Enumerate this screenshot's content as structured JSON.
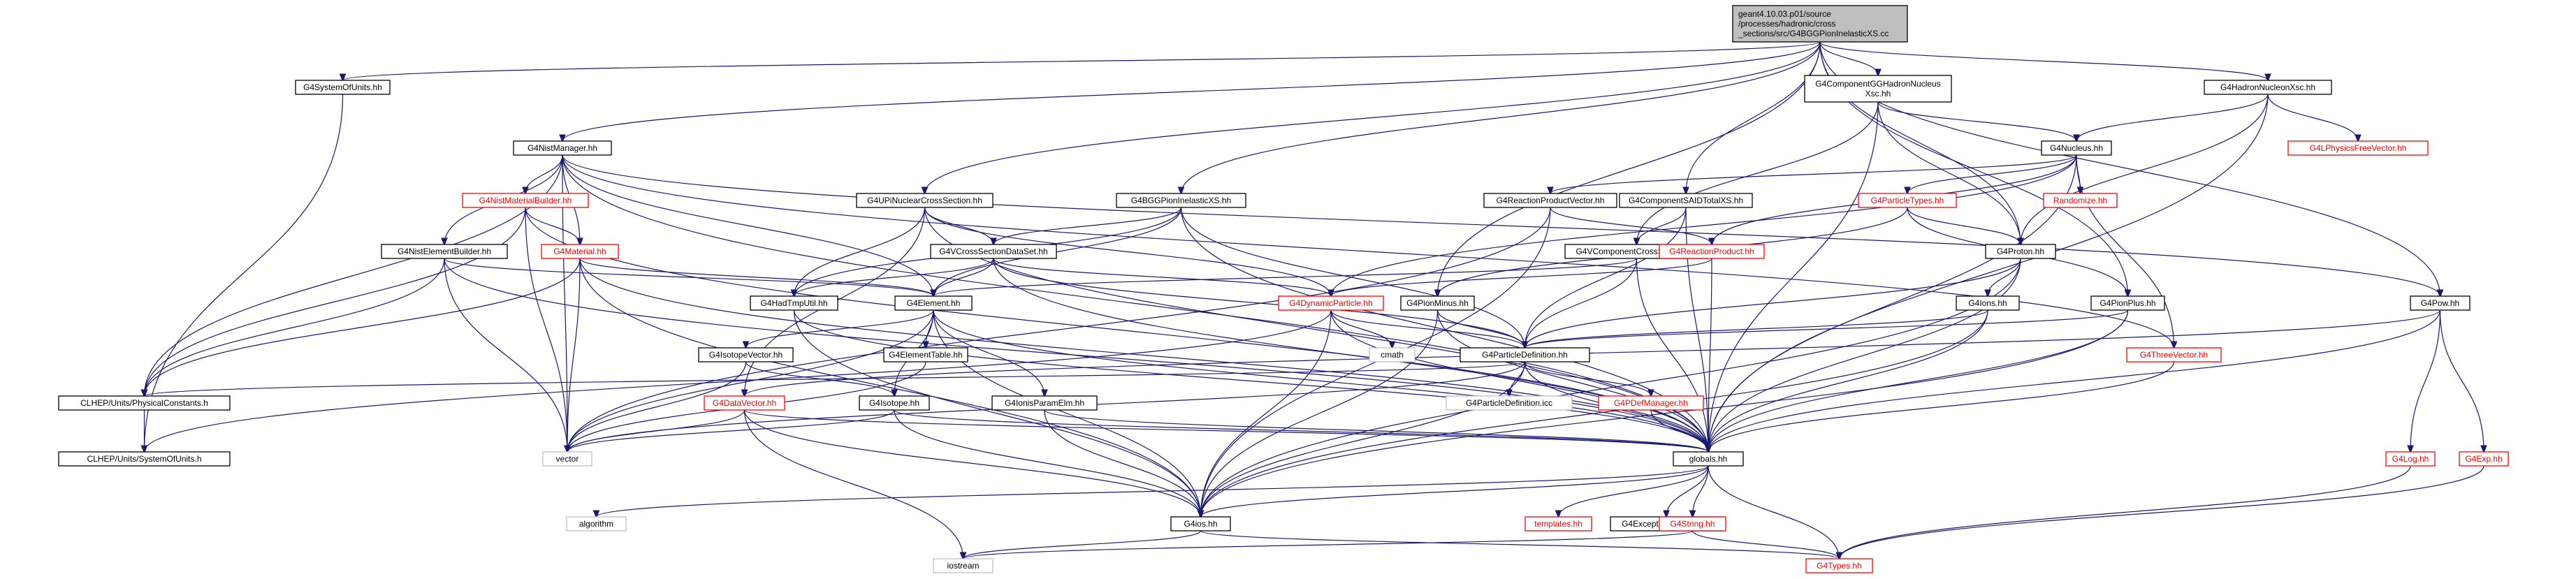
{
  "colors": {
    "edge": "#191970",
    "root_fill": "#bfbfbf",
    "red_text": "#ff0000",
    "node_border": "#000000",
    "external_border": "#bfbfbf"
  },
  "nodes": [
    {
      "id": "root",
      "label": [
        "geant4.10.03.p01/source",
        "/processes/hadronic/cross",
        "_sections/src/G4BGGPionInelasticXS.cc"
      ],
      "kind": "root"
    },
    {
      "id": "G4SystemOfUnits",
      "label": [
        "G4SystemOfUnits.hh"
      ],
      "kind": "black"
    },
    {
      "id": "G4NistManager",
      "label": [
        "G4NistManager.hh"
      ],
      "kind": "black"
    },
    {
      "id": "G4UPiNuclear",
      "label": [
        "G4UPiNuclearCrossSection.hh"
      ],
      "kind": "black"
    },
    {
      "id": "G4BGGPionInel",
      "label": [
        "G4BGGPionInelasticXS.hh"
      ],
      "kind": "black"
    },
    {
      "id": "G4CompGG",
      "label": [
        "G4ComponentGGHadronNucleus",
        "Xsc.hh"
      ],
      "kind": "black"
    },
    {
      "id": "G4CompSAID",
      "label": [
        "G4ComponentSAIDTotalXS.hh"
      ],
      "kind": "black"
    },
    {
      "id": "G4HadronNucleonXsc",
      "label": [
        "G4HadronNucleonXsc.hh"
      ],
      "kind": "black"
    },
    {
      "id": "G4Nucleus",
      "label": [
        "G4Nucleus.hh"
      ],
      "kind": "black"
    },
    {
      "id": "G4PhysicsFreeVector",
      "label": [
        "G4LPhysicsFreeVector.hh"
      ],
      "kind": "red"
    },
    {
      "id": "G4NistMaterialBuilder",
      "label": [
        "G4NistMaterialBuilder.hh"
      ],
      "kind": "red"
    },
    {
      "id": "G4NistElementBuilder",
      "label": [
        "G4NistElementBuilder.hh"
      ],
      "kind": "black"
    },
    {
      "id": "G4Material",
      "label": [
        "G4Material.hh"
      ],
      "kind": "red"
    },
    {
      "id": "G4VCrossSectionDataSet",
      "label": [
        "G4VCrossSectionDataSet.hh"
      ],
      "kind": "black"
    },
    {
      "id": "G4HadTmpUtil",
      "label": [
        "G4HadTmpUtil.hh"
      ],
      "kind": "black"
    },
    {
      "id": "G4Element",
      "label": [
        "G4Element.hh"
      ],
      "kind": "black"
    },
    {
      "id": "G4ReactionProductVector",
      "label": [
        "G4ReactionProductVector.hh"
      ],
      "kind": "black"
    },
    {
      "id": "G4VComponentCrossSection",
      "label": [
        "G4VComponentCrossSection.hh"
      ],
      "kind": "black"
    },
    {
      "id": "G4ReactionProduct",
      "label": [
        "G4ReactionProduct.hh"
      ],
      "kind": "red"
    },
    {
      "id": "G4ParticleTypes",
      "label": [
        "G4ParticleTypes.hh"
      ],
      "kind": "red"
    },
    {
      "id": "Randomize",
      "label": [
        "Randomize.hh"
      ],
      "kind": "red"
    },
    {
      "id": "G4Proton",
      "label": [
        "G4Proton.hh"
      ],
      "kind": "black"
    },
    {
      "id": "G4DynamicParticle",
      "label": [
        "G4DynamicParticle.hh"
      ],
      "kind": "red"
    },
    {
      "id": "G4PionMinus",
      "label": [
        "G4PionMinus.hh"
      ],
      "kind": "black"
    },
    {
      "id": "G4Ions",
      "label": [
        "G4Ions.hh"
      ],
      "kind": "black"
    },
    {
      "id": "G4PionPlus",
      "label": [
        "G4PionPlus.hh"
      ],
      "kind": "black"
    },
    {
      "id": "G4Pow",
      "label": [
        "G4Pow.hh"
      ],
      "kind": "black"
    },
    {
      "id": "G4ThreeVector",
      "label": [
        "G4ThreeVector.hh"
      ],
      "kind": "red"
    },
    {
      "id": "G4IsotopeVector",
      "label": [
        "G4IsotopeVector.hh"
      ],
      "kind": "black"
    },
    {
      "id": "G4ElementTable",
      "label": [
        "G4ElementTable.hh"
      ],
      "kind": "black"
    },
    {
      "id": "cmath",
      "label": [
        "cmath"
      ],
      "kind": "gray"
    },
    {
      "id": "G4ParticleDefinition",
      "label": [
        "G4ParticleDefinition.hh"
      ],
      "kind": "black"
    },
    {
      "id": "CLHEP_Phys",
      "label": [
        "CLHEP/Units/PhysicalConstants.h"
      ],
      "kind": "black"
    },
    {
      "id": "G4DataVector",
      "label": [
        "G4DataVector.hh"
      ],
      "kind": "red"
    },
    {
      "id": "G4Isotope",
      "label": [
        "G4Isotope.hh"
      ],
      "kind": "black"
    },
    {
      "id": "G4IonisParamElm",
      "label": [
        "G4IonisParamElm.hh"
      ],
      "kind": "black"
    },
    {
      "id": "G4ParticleDefinitionIcc",
      "label": [
        "G4ParticleDefinition.icc"
      ],
      "kind": "gray"
    },
    {
      "id": "G4PDefManager",
      "label": [
        "G4PDefManager.hh"
      ],
      "kind": "red"
    },
    {
      "id": "CLHEP_SoU",
      "label": [
        "CLHEP/Units/SystemOfUnits.h"
      ],
      "kind": "black"
    },
    {
      "id": "vector",
      "label": [
        "vector"
      ],
      "kind": "gray"
    },
    {
      "id": "globals",
      "label": [
        "globals.hh"
      ],
      "kind": "black"
    },
    {
      "id": "G4Log",
      "label": [
        "G4Log.hh"
      ],
      "kind": "red"
    },
    {
      "id": "G4Exp",
      "label": [
        "G4Exp.hh"
      ],
      "kind": "red"
    },
    {
      "id": "algorithm",
      "label": [
        "algorithm"
      ],
      "kind": "gray"
    },
    {
      "id": "G4ios",
      "label": [
        "G4ios.hh"
      ],
      "kind": "black"
    },
    {
      "id": "templates",
      "label": [
        "templates.hh"
      ],
      "kind": "red"
    },
    {
      "id": "G4ExceptionSeverity",
      "label": [
        "G4ExceptionSeverity.hh"
      ],
      "kind": "black"
    },
    {
      "id": "G4String",
      "label": [
        "G4String.hh"
      ],
      "kind": "red"
    },
    {
      "id": "iostream",
      "label": [
        "iostream"
      ],
      "kind": "gray"
    },
    {
      "id": "G4Types",
      "label": [
        "G4Types.hh"
      ],
      "kind": "red"
    }
  ],
  "edges": [
    [
      "root",
      "G4SystemOfUnits"
    ],
    [
      "root",
      "G4NistManager"
    ],
    [
      "root",
      "G4UPiNuclear"
    ],
    [
      "root",
      "G4BGGPionInel"
    ],
    [
      "root",
      "G4CompGG"
    ],
    [
      "root",
      "G4CompSAID"
    ],
    [
      "root",
      "G4HadronNucleonXsc"
    ],
    [
      "root",
      "G4Proton"
    ],
    [
      "root",
      "G4PionPlus"
    ],
    [
      "root",
      "G4PionMinus"
    ],
    [
      "root",
      "G4Pow"
    ],
    [
      "G4SystemOfUnits",
      "CLHEP_SoU"
    ],
    [
      "G4NistManager",
      "G4NistMaterialBuilder"
    ],
    [
      "G4NistManager",
      "G4NistElementBuilder"
    ],
    [
      "G4NistManager",
      "G4Material"
    ],
    [
      "G4NistManager",
      "CLHEP_Phys"
    ],
    [
      "G4NistManager",
      "vector"
    ],
    [
      "G4NistManager",
      "globals"
    ],
    [
      "G4NistManager",
      "G4Pow"
    ],
    [
      "G4NistManager",
      "G4Element"
    ],
    [
      "G4NistManager",
      "G4ThreeVector"
    ],
    [
      "G4NistMaterialBuilder",
      "G4Material"
    ],
    [
      "G4NistMaterialBuilder",
      "CLHEP_Phys"
    ],
    [
      "G4NistMaterialBuilder",
      "vector"
    ],
    [
      "G4NistMaterialBuilder",
      "globals"
    ],
    [
      "G4NistElementBuilder",
      "G4Element"
    ],
    [
      "G4NistElementBuilder",
      "CLHEP_Phys"
    ],
    [
      "G4NistElementBuilder",
      "vector"
    ],
    [
      "G4NistElementBuilder",
      "globals"
    ],
    [
      "G4Material",
      "G4Element"
    ],
    [
      "G4Material",
      "CLHEP_Phys"
    ],
    [
      "G4Material",
      "vector"
    ],
    [
      "G4Material",
      "globals"
    ],
    [
      "G4Material",
      "G4ios"
    ],
    [
      "G4UPiNuclear",
      "G4VCrossSectionDataSet"
    ],
    [
      "G4UPiNuclear",
      "G4HadTmpUtil"
    ],
    [
      "G4UPiNuclear",
      "G4DataVector"
    ],
    [
      "G4UPiNuclear",
      "G4DynamicParticle"
    ],
    [
      "G4UPiNuclear",
      "globals"
    ],
    [
      "G4BGGPionInel",
      "G4VCrossSectionDataSet"
    ],
    [
      "G4BGGPionInel",
      "G4HadTmpUtil"
    ],
    [
      "G4BGGPionInel",
      "G4Element"
    ],
    [
      "G4BGGPionInel",
      "globals"
    ],
    [
      "G4BGGPionInel",
      "G4ParticleDefinition"
    ],
    [
      "G4VCrossSectionDataSet",
      "G4HadTmpUtil"
    ],
    [
      "G4VCrossSectionDataSet",
      "G4Element"
    ],
    [
      "G4VCrossSectionDataSet",
      "G4ParticleDefinition"
    ],
    [
      "G4VCrossSectionDataSet",
      "globals"
    ],
    [
      "G4VCrossSectionDataSet",
      "G4DynamicParticle"
    ],
    [
      "G4HadTmpUtil",
      "globals"
    ],
    [
      "G4HadTmpUtil",
      "G4ios"
    ],
    [
      "G4Element",
      "G4IsotopeVector"
    ],
    [
      "G4Element",
      "G4ElementTable"
    ],
    [
      "G4Element",
      "G4IonisParamElm"
    ],
    [
      "G4Element",
      "G4Isotope"
    ],
    [
      "G4Element",
      "globals"
    ],
    [
      "G4Element",
      "G4ios"
    ],
    [
      "G4Element",
      "vector"
    ],
    [
      "G4CompGG",
      "G4VComponentCrossSection"
    ],
    [
      "G4CompGG",
      "G4Nucleus"
    ],
    [
      "G4CompGG",
      "G4Proton"
    ],
    [
      "G4CompGG",
      "globals"
    ],
    [
      "G4CompSAID",
      "G4VComponentCrossSection"
    ],
    [
      "G4CompSAID",
      "G4ParticleDefinition"
    ],
    [
      "G4CompSAID",
      "globals"
    ],
    [
      "G4HadronNucleonXsc",
      "G4Nucleus"
    ],
    [
      "G4HadronNucleonXsc",
      "G4PhysicsFreeVector"
    ],
    [
      "G4HadronNucleonXsc",
      "G4Proton"
    ],
    [
      "G4HadronNucleonXsc",
      "globals"
    ],
    [
      "G4Nucleus",
      "G4ReactionProductVector"
    ],
    [
      "G4Nucleus",
      "G4ParticleTypes"
    ],
    [
      "G4Nucleus",
      "Randomize"
    ],
    [
      "G4Nucleus",
      "G4ReactionProduct"
    ],
    [
      "G4Nucleus",
      "G4DynamicParticle"
    ],
    [
      "G4Nucleus",
      "globals"
    ],
    [
      "G4Nucleus",
      "G4ThreeVector"
    ],
    [
      "G4ReactionProductVector",
      "G4ReactionProduct"
    ],
    [
      "G4ReactionProductVector",
      "vector"
    ],
    [
      "G4ReactionProductVector",
      "G4ios"
    ],
    [
      "G4VComponentCrossSection",
      "G4ParticleDefinition"
    ],
    [
      "G4VComponentCrossSection",
      "globals"
    ],
    [
      "G4VComponentCrossSection",
      "G4Element"
    ],
    [
      "G4ReactionProduct",
      "G4DynamicParticle"
    ],
    [
      "G4ReactionProduct",
      "globals"
    ],
    [
      "G4ParticleTypes",
      "G4Proton"
    ],
    [
      "G4ParticleTypes",
      "G4PionMinus"
    ],
    [
      "G4ParticleTypes",
      "G4PionPlus"
    ],
    [
      "G4Proton",
      "G4ParticleDefinition"
    ],
    [
      "G4Proton",
      "G4Ions"
    ],
    [
      "G4Proton",
      "globals"
    ],
    [
      "G4Proton",
      "G4ios"
    ],
    [
      "G4Ions",
      "G4ParticleDefinition"
    ],
    [
      "G4Ions",
      "globals"
    ],
    [
      "G4Ions",
      "G4ios"
    ],
    [
      "G4PionPlus",
      "G4ParticleDefinition"
    ],
    [
      "G4PionPlus",
      "globals"
    ],
    [
      "G4PionPlus",
      "G4ios"
    ],
    [
      "G4PionMinus",
      "G4ParticleDefinition"
    ],
    [
      "G4PionMinus",
      "globals"
    ],
    [
      "G4PionMinus",
      "G4ios"
    ],
    [
      "G4DynamicParticle",
      "G4ParticleDefinition"
    ],
    [
      "G4DynamicParticle",
      "cmath"
    ],
    [
      "G4DynamicParticle",
      "globals"
    ],
    [
      "G4DynamicParticle",
      "CLHEP_SoU"
    ],
    [
      "G4DynamicParticle",
      "G4ios"
    ],
    [
      "G4ParticleDefinition",
      "G4ParticleDefinitionIcc"
    ],
    [
      "G4ParticleDefinition",
      "G4PDefManager"
    ],
    [
      "G4ParticleDefinition",
      "globals"
    ],
    [
      "G4ParticleDefinition",
      "G4ios"
    ],
    [
      "G4ParticleDefinition",
      "vector"
    ],
    [
      "G4ParticleDefinition",
      "CLHEP_Phys"
    ],
    [
      "G4PDefManager",
      "globals"
    ],
    [
      "G4Pow",
      "G4Log"
    ],
    [
      "G4Pow",
      "G4Exp"
    ],
    [
      "G4Pow",
      "globals"
    ],
    [
      "G4Pow",
      "G4DataVector"
    ],
    [
      "G4Log",
      "G4Types"
    ],
    [
      "G4Exp",
      "G4Types"
    ],
    [
      "G4ThreeVector",
      "globals"
    ],
    [
      "G4IsotopeVector",
      "G4Isotope"
    ],
    [
      "G4IsotopeVector",
      "vector"
    ],
    [
      "G4Isotope",
      "globals"
    ],
    [
      "G4Isotope",
      "G4ios"
    ],
    [
      "G4Isotope",
      "vector"
    ],
    [
      "G4IonisParamElm",
      "globals"
    ],
    [
      "G4IonisParamElm",
      "G4ios"
    ],
    [
      "G4ElementTable",
      "vector"
    ],
    [
      "G4DataVector",
      "globals"
    ],
    [
      "G4DataVector",
      "vector"
    ],
    [
      "G4DataVector",
      "G4ios"
    ],
    [
      "G4DataVector",
      "iostream"
    ],
    [
      "CLHEP_Phys",
      "CLHEP_SoU"
    ],
    [
      "globals",
      "G4ios"
    ],
    [
      "globals",
      "algorithm"
    ],
    [
      "globals",
      "templates"
    ],
    [
      "globals",
      "G4ExceptionSeverity"
    ],
    [
      "globals",
      "G4String"
    ],
    [
      "globals",
      "G4Types"
    ],
    [
      "G4String",
      "iostream"
    ],
    [
      "G4String",
      "G4Types"
    ],
    [
      "G4ios",
      "G4Types"
    ],
    [
      "G4ios",
      "iostream"
    ]
  ]
}
